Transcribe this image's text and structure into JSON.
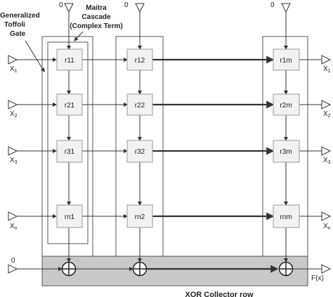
{
  "labels": {
    "toffoli_line1": "Generalized",
    "toffoli_line2": "Toffoli",
    "toffoli_line3": "Gate",
    "maitra_line1": "Maitra",
    "maitra_line2": "Cascade",
    "maitra_line3": "(Complex Term)",
    "xor_row": "XOR Collector row"
  },
  "top_inputs": [
    "0",
    "0",
    "0"
  ],
  "row_inputs": [
    "X1",
    "X2",
    "X3",
    "Xn"
  ],
  "row_outputs": [
    "X1",
    "X2",
    "X3",
    "Xn"
  ],
  "cells": {
    "col1": [
      "r11",
      "r21",
      "r31",
      "rn1"
    ],
    "col2": [
      "r12",
      "r22",
      "r32",
      "rn2"
    ],
    "col3": [
      "r1m",
      "r2m",
      "r3m",
      "rnm"
    ]
  },
  "collector": {
    "input": "0",
    "output": "F(x)"
  },
  "colors": {
    "line": "#333333",
    "cell_fill": "#f2f2f2",
    "cell_stroke": "#999999",
    "collector_fill": "#c8c8c8"
  }
}
